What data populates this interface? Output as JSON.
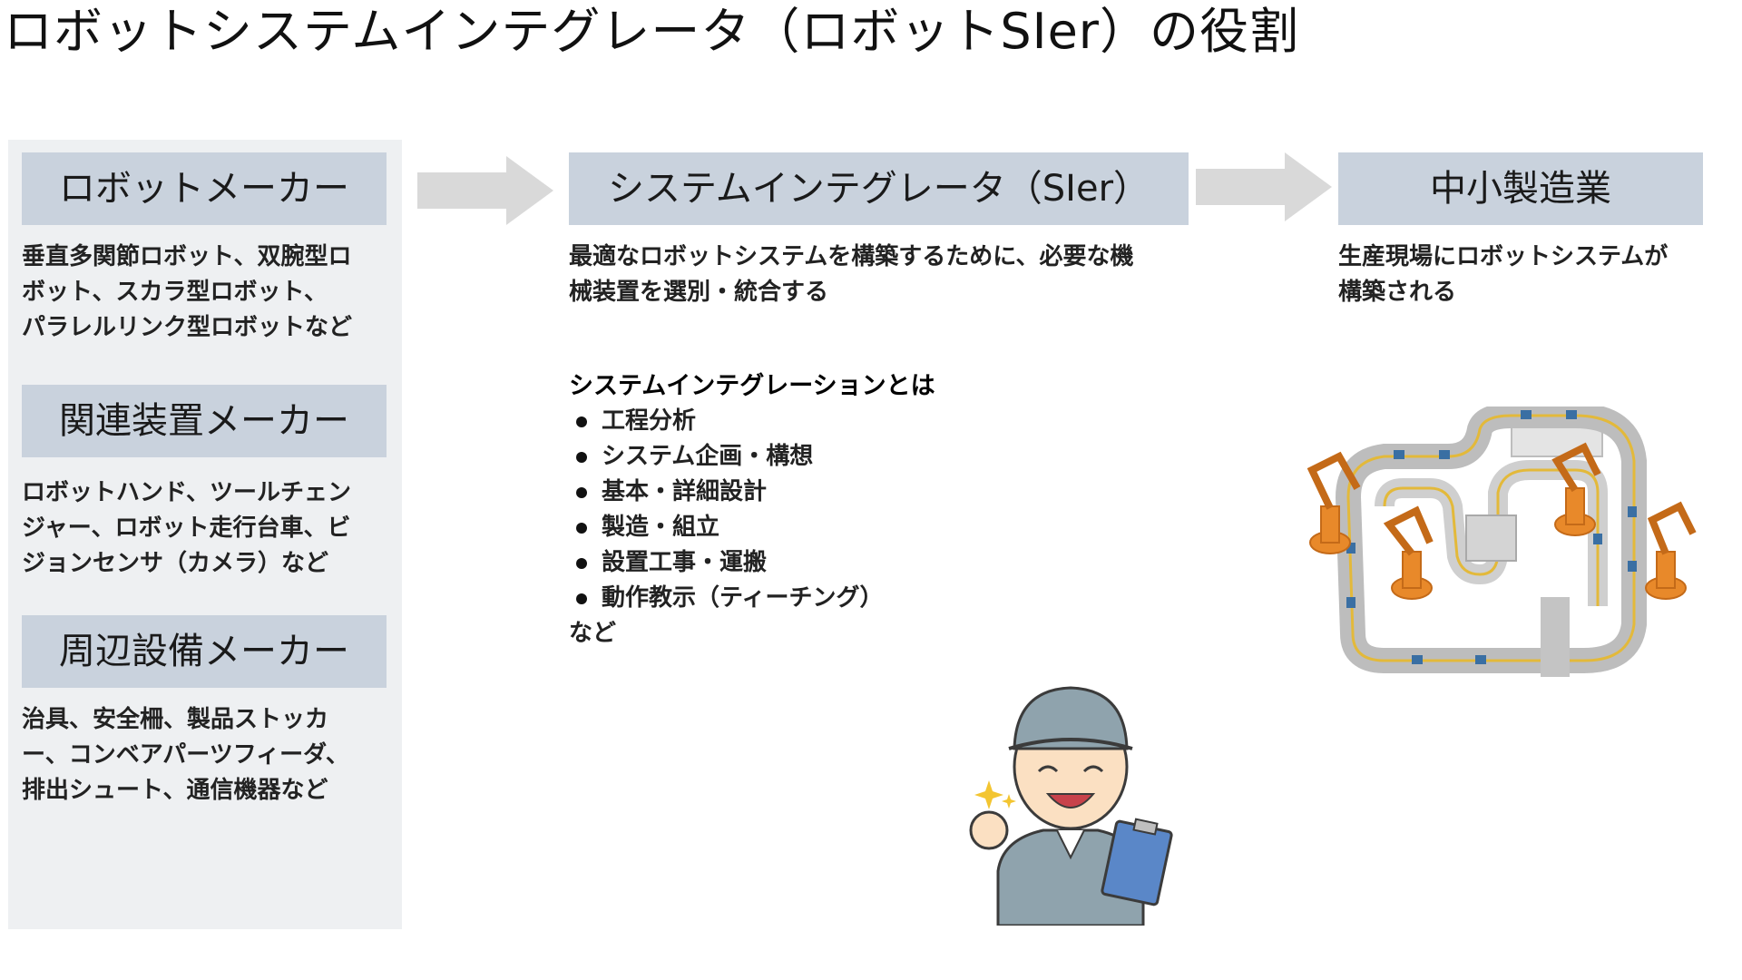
{
  "title": "ロボットシステムインテグレータ（ロボットSIer）の役割",
  "left": {
    "categories": [
      {
        "name": "ロボットメーカー",
        "desc_lines": [
          "垂直多関節ロボット、双腕型ロ",
          "ボット、スカラ型ロボット、",
          "パラレルリンク型ロボットなど"
        ]
      },
      {
        "name": "関連装置メーカー",
        "desc_lines": [
          "ロボットハンド、ツールチェン",
          "ジャー、ロボット走行台車、ビ",
          "ジョンセンサ（カメラ）など"
        ]
      },
      {
        "name": "周辺設備メーカー",
        "desc_lines": [
          "治具、安全柵、製品ストッカ",
          "ー、コンベアパーツフィーダ、",
          "排出シュート、通信機器など"
        ]
      }
    ]
  },
  "sier": {
    "heading": "システムインテグレータ（SIer）",
    "desc_lines": [
      "最適なロボットシステムを構築するために、必要な機",
      "械装置を選別・統合する"
    ],
    "integration_title": "システムインテグレーションとは",
    "integration_items": [
      "工程分析",
      "システム企画・構想",
      "基本・詳細設計",
      "製造・組立",
      "設置工事・運搬",
      "動作教示（ティーチング）"
    ],
    "integration_more": "など"
  },
  "manufacturer": {
    "heading": "中小製造業",
    "desc_lines": [
      "生産現場にロボットシステムが",
      "構築される"
    ]
  },
  "colors": {
    "box_fill": "#c9d2dd",
    "panel_fill": "#eef0f2",
    "arrow_fill": "#d9d9d9",
    "robot_orange": "#e8892a",
    "conveyor_yellow": "#e3b93a"
  },
  "icons": {
    "factory": "robot-production-line-illustration",
    "worker": "worker-ok-sign-illustration"
  }
}
